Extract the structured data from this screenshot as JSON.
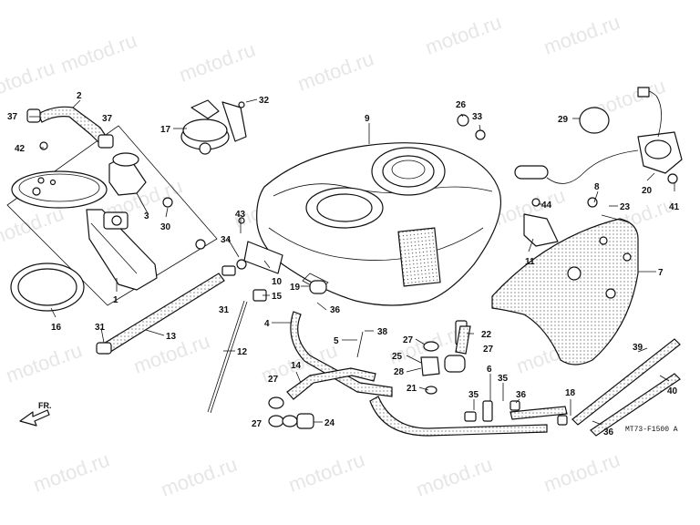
{
  "watermark": "motod.ru",
  "diagram_code": "MT73-F1500 A",
  "front_marker": "FR.",
  "callouts": [
    "1",
    "2",
    "3",
    "4",
    "5",
    "6",
    "7",
    "8",
    "9",
    "10",
    "11",
    "12",
    "13",
    "14",
    "15",
    "16",
    "17",
    "18",
    "19",
    "20",
    "21",
    "22",
    "23",
    "24",
    "25",
    "26",
    "27",
    "28",
    "29",
    "30",
    "31",
    "32",
    "33",
    "34",
    "35",
    "36",
    "37",
    "38",
    "39",
    "40",
    "41",
    "42",
    "43",
    "44"
  ],
  "colors": {
    "ink": "#111111",
    "watermark": "#c8c8c8",
    "paper": "#ffffff"
  }
}
